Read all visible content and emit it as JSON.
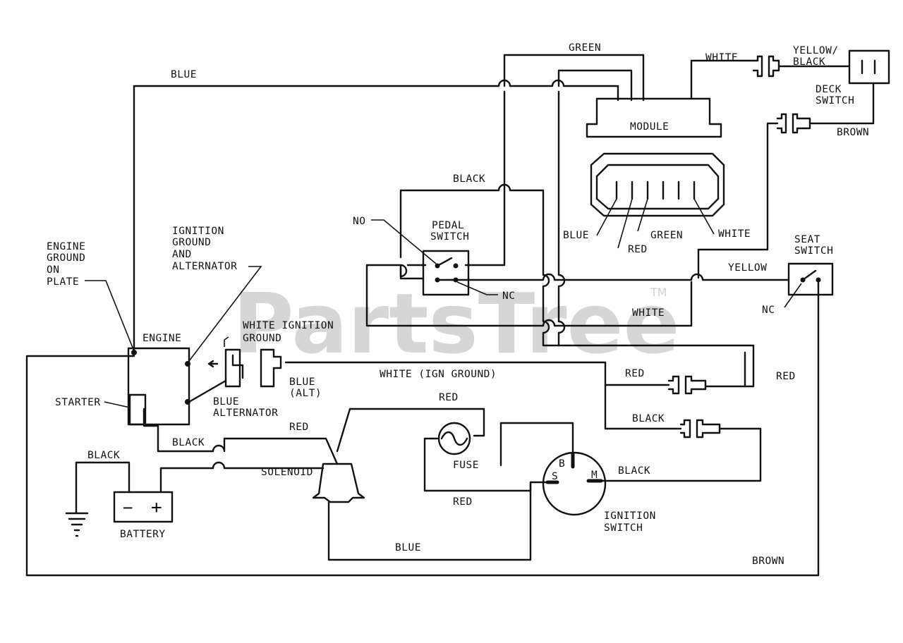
{
  "watermark": {
    "text": "PartsTree",
    "trademark": "TM"
  },
  "wire_labels": {
    "blue_top": "BLUE",
    "green_top": "GREEN",
    "white_top": "WHITE",
    "yellow_black_1": "YELLOW/",
    "yellow_black_2": "BLACK",
    "brown_right": "BROWN",
    "black_top": "BLACK",
    "yellow": "YELLOW",
    "white_mid": "WHITE",
    "white_ign_ground": "WHITE (IGN GROUND)",
    "red_conn": "RED",
    "red_right": "RED",
    "black_conn": "BLACK",
    "red_fuse_top": "RED",
    "red_fuse_bottom": "RED",
    "red_solenoid": "RED",
    "black_starter": "BLACK",
    "black_battery": "BLACK",
    "black_ign": "BLACK",
    "blue_bottom": "BLUE",
    "brown_bottom": "BROWN",
    "blue_alt_1": "BLUE",
    "blue_alt_2": "(ALT)"
  },
  "module": {
    "label": "MODULE",
    "pins": {
      "blue": "BLUE",
      "red": "RED",
      "green": "GREEN",
      "white": "WHITE"
    }
  },
  "components": {
    "deck_switch": [
      "DECK",
      "SWITCH"
    ],
    "seat_switch": [
      "SEAT",
      "SWITCH"
    ],
    "seat_nc": "NC",
    "pedal_switch": [
      "PEDAL",
      "SWITCH"
    ],
    "pedal_no": "NO",
    "pedal_nc": "NC",
    "engine": "ENGINE",
    "engine_ground": [
      "ENGINE",
      "GROUND",
      "ON",
      "PLATE"
    ],
    "ign_ground_alt": [
      "IGNITION",
      "GROUND",
      "AND",
      "ALTERNATOR"
    ],
    "white_ignition_ground": [
      "WHITE IGNITION",
      "GROUND"
    ],
    "blue_alternator": [
      "BLUE",
      "ALTERNATOR"
    ],
    "starter": "STARTER",
    "solenoid": "SOLENOID",
    "battery": "BATTERY",
    "battery_minus": "−",
    "battery_plus": "+",
    "fuse": "FUSE",
    "ignition_switch": [
      "IGNITION",
      "SWITCH"
    ],
    "ign_b": "B",
    "ign_s": "S",
    "ign_m": "M"
  }
}
